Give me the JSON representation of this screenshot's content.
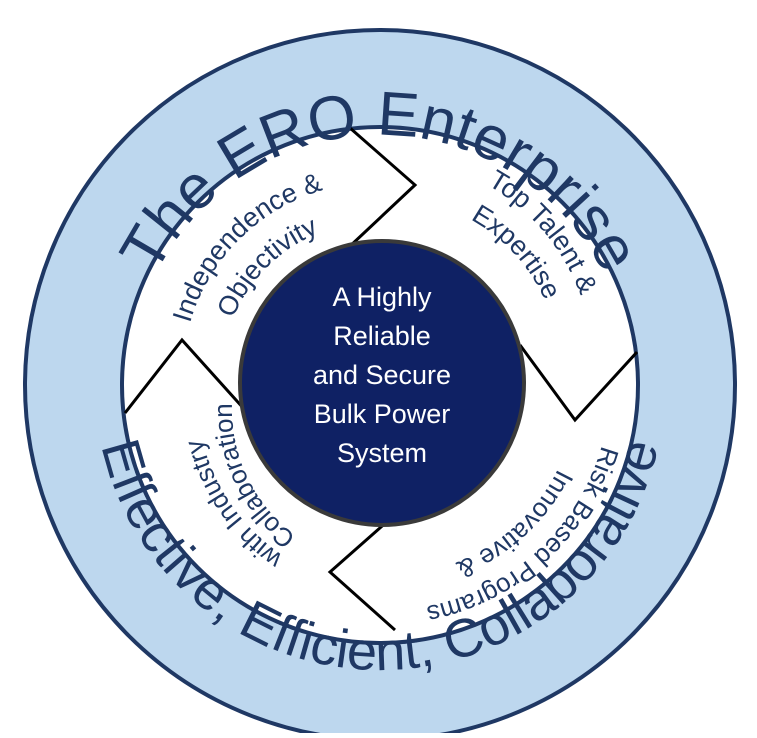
{
  "outer_ring": {
    "top_text": "The ERO Enterprise",
    "bottom_text": "Effective, Efficient, Collaborative"
  },
  "center": {
    "lines": [
      "A Highly",
      "Reliable",
      "and Secure",
      "Bulk Power",
      "System"
    ]
  },
  "segments": {
    "top_left": {
      "line1": "Independence &",
      "line2": "Objectivity"
    },
    "top_right": {
      "line1": "Top Talent &",
      "line2": "Expertise"
    },
    "bottom_right": {
      "line1": "Innovative &",
      "line2": "Risk Based Programs"
    },
    "bottom_left": {
      "line1": "Collaboration",
      "line2": "with Industry"
    }
  },
  "colors": {
    "ring_fill": "#bdd7ee",
    "ring_stroke": "#1f3864",
    "center_fill": "#0f2164",
    "text_dark": "#1f3864",
    "center_text": "#ffffff",
    "divider": "#000000"
  }
}
